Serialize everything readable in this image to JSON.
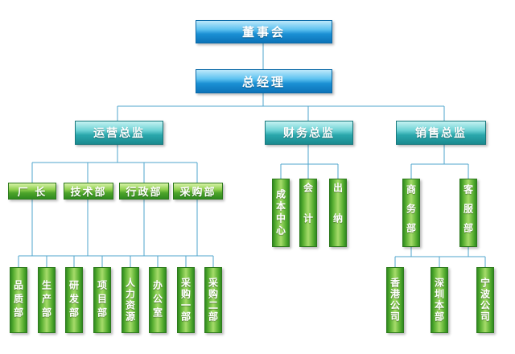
{
  "org_chart": {
    "board": "董事会",
    "gm": "总经理",
    "directors": {
      "operations": "运营总监",
      "finance": "财务总监",
      "sales": "销售总监"
    },
    "ops_depts": {
      "factory": "厂 长",
      "tech": "技术部",
      "admin": "行政部",
      "purchase": "采购部"
    },
    "ops_subdepts": {
      "quality": "品质部",
      "production": "生产部",
      "rnd": "研发部",
      "project": "项目部",
      "hr": "人力资源",
      "office": "办公室",
      "purchase1": "采购一部",
      "purchase2": "采购二部"
    },
    "finance_depts": {
      "cost_center": "成本中心",
      "accounting": "会计",
      "cashier": "出纳"
    },
    "sales_depts": {
      "business": "商务部",
      "service": "客服部"
    },
    "sales_branches": {
      "hongkong": "香港公司",
      "shenzhen": "深圳本部",
      "ningbo": "宁波公司"
    }
  }
}
